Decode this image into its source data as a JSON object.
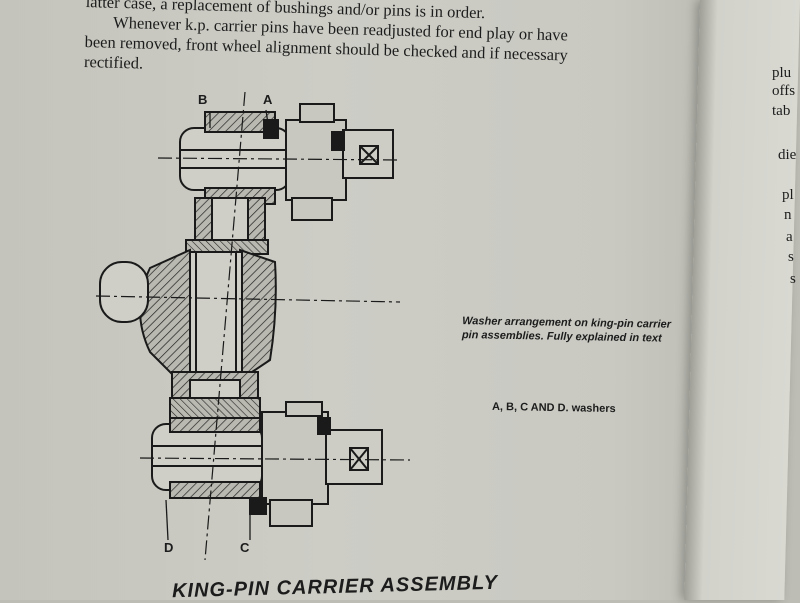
{
  "body_text": {
    "line1": "latter case, a replacement of bushings and/or pins is in order.",
    "line2": "Whenever k.p. carrier pins have been readjusted for end play or have",
    "line3": "been removed, front wheel alignment should be checked and if necessary",
    "line4": "rectified."
  },
  "figure": {
    "label_a": "A",
    "label_b": "B",
    "label_c": "C",
    "label_d": "D",
    "caption": "Washer arrangement on king-pin carrier pin assemblies. Fully explained in text",
    "washers_note": "A, B, C AND D. washers",
    "title_partial": "KING-PIN CARRIER ASSEMBLY"
  },
  "right_page": {
    "frag1": "plu",
    "frag2": "offs",
    "frag3": "tab",
    "frag4": "die",
    "frag5": "pl",
    "frag6": "n",
    "frag7": "a",
    "frag8": "s",
    "frag9": "s"
  }
}
